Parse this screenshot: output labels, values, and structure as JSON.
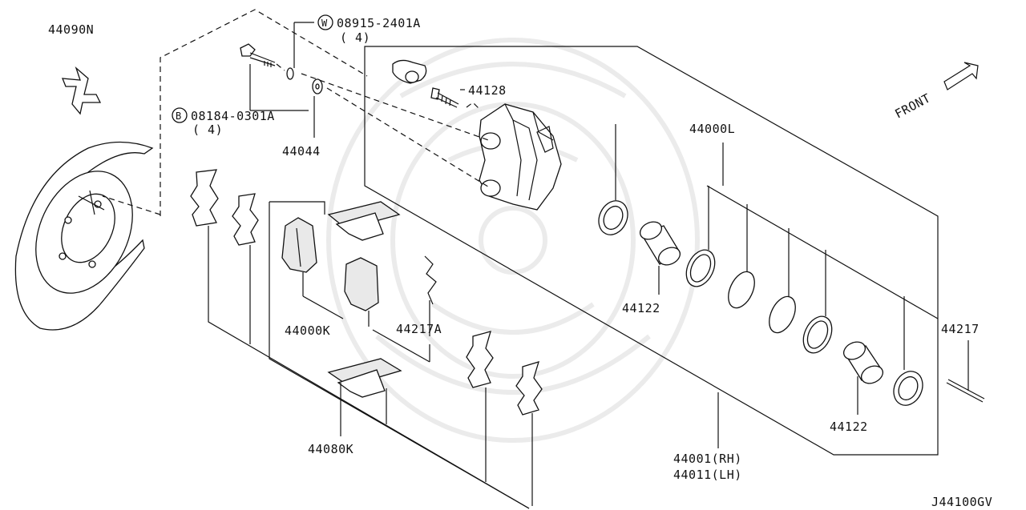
{
  "diagram_id": "J44100GV",
  "front_label": "FRONT",
  "callouts": {
    "p44090N": "44090N",
    "bolt_W": "W",
    "p08915": "08915-2401A",
    "p08915_qty": "( 4)",
    "bolt_B": "B",
    "p08184": "08184-0301A",
    "p08184_qty": "( 4)",
    "p44044": "44044",
    "p44128": "44128",
    "p44000L": "44000L",
    "p44122_upper": "44122",
    "p44122_lower": "44122",
    "p44217": "44217",
    "p44000K": "44000K",
    "p44217A": "44217A",
    "p44080K": "44080K",
    "p44001": "44001(RH)",
    "p44011": "44011(LH)"
  }
}
